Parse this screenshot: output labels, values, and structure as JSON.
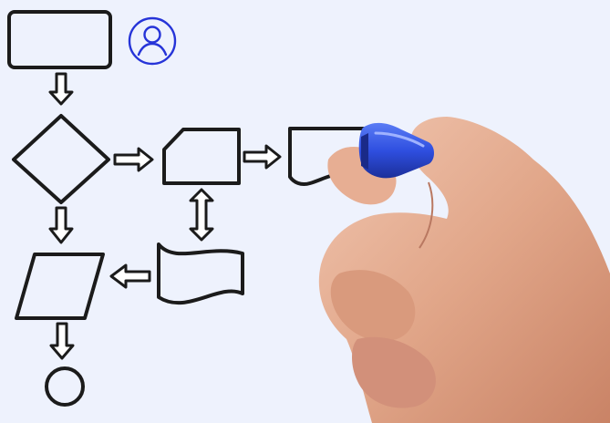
{
  "diagram": {
    "kind": "flowchart",
    "stroke_color": "#1b1b1b",
    "arrow_color": "#1b1b1b",
    "arrow_style": "hollow",
    "shapes": [
      {
        "id": "start",
        "type": "rectangle",
        "label": ""
      },
      {
        "id": "decision",
        "type": "diamond",
        "label": ""
      },
      {
        "id": "card",
        "type": "punched-card",
        "label": ""
      },
      {
        "id": "document",
        "type": "document",
        "label": ""
      },
      {
        "id": "tape",
        "type": "punched-tape",
        "label": ""
      },
      {
        "id": "io",
        "type": "parallelogram",
        "label": ""
      },
      {
        "id": "end",
        "type": "circle",
        "label": ""
      }
    ],
    "connectors": [
      {
        "from": "start",
        "to": "decision",
        "direction": "one-way"
      },
      {
        "from": "decision",
        "to": "card",
        "direction": "one-way"
      },
      {
        "from": "card",
        "to": "document",
        "direction": "one-way"
      },
      {
        "from": "card",
        "to": "tape",
        "direction": "two-way"
      },
      {
        "from": "decision",
        "to": "io",
        "direction": "one-way"
      },
      {
        "from": "tape",
        "to": "io",
        "direction": "one-way"
      },
      {
        "from": "io",
        "to": "end",
        "direction": "one-way"
      }
    ]
  },
  "user_badge": {
    "icon": "user-icon",
    "color": "#2634d8"
  },
  "hand": {
    "marker_color": "#2f4fe0",
    "skin_color": "#e5a98e"
  }
}
